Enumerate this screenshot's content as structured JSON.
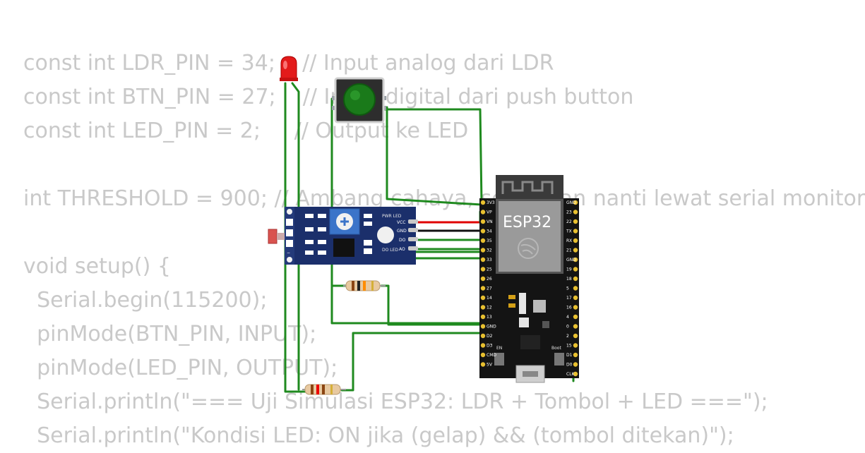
{
  "code_lines": [
    "const int LDR_PIN = 34;    // Input analog dari LDR",
    "const int BTN_PIN = 27;    // Input digital dari push button",
    "const int LED_PIN = 2;     // Output ke LED",
    "",
    "int THRESHOLD = 900; // Ambang cahaya, sesuaikan nanti lewat serial monitor",
    "",
    "void setup() {",
    "  Serial.begin(115200);",
    "  pinMode(BTN_PIN, INPUT);",
    "  pinMode(LED_PIN, OUTPUT);",
    "  Serial.println(\"=== Uji Simulasi ESP32: LDR + Tombol + LED ===\");",
    "  Serial.println(\"Kondisi LED: ON jika (gelap) && (tombol ditekan)\");"
  ],
  "esp32": {
    "title": "ESP32",
    "left_pins": [
      "3V3",
      "VP",
      "VN",
      "34",
      "35",
      "32",
      "33",
      "25",
      "26",
      "27",
      "14",
      "12",
      "13",
      "GND",
      "D2",
      "D3",
      "CMD",
      "5V"
    ],
    "right_pins": [
      "GND",
      "23",
      "22",
      "TX",
      "RX",
      "21",
      "GND",
      "19",
      "18",
      "5",
      "17",
      "16",
      "4",
      "0",
      "2",
      "15",
      "D1",
      "D0",
      "CLK"
    ],
    "btn_en": "EN",
    "btn_boot": "Boot"
  },
  "ldr_module": {
    "pins": [
      "VCC",
      "GND",
      "DO",
      "AO"
    ],
    "pwr_led_label": "PWR LED",
    "do_led_label": "DO LED",
    "plus": "+",
    "minus": "−"
  },
  "colors": {
    "wire": "#1f8a1f",
    "wire_red": "#e00000",
    "wire_black": "#111111",
    "module": "#1b2f6b",
    "board": "#141414",
    "code_text": "#c9c9c9"
  },
  "icons": {
    "led": "red-led-icon",
    "button": "push-button-icon",
    "logo": "espressif-logo-icon"
  }
}
